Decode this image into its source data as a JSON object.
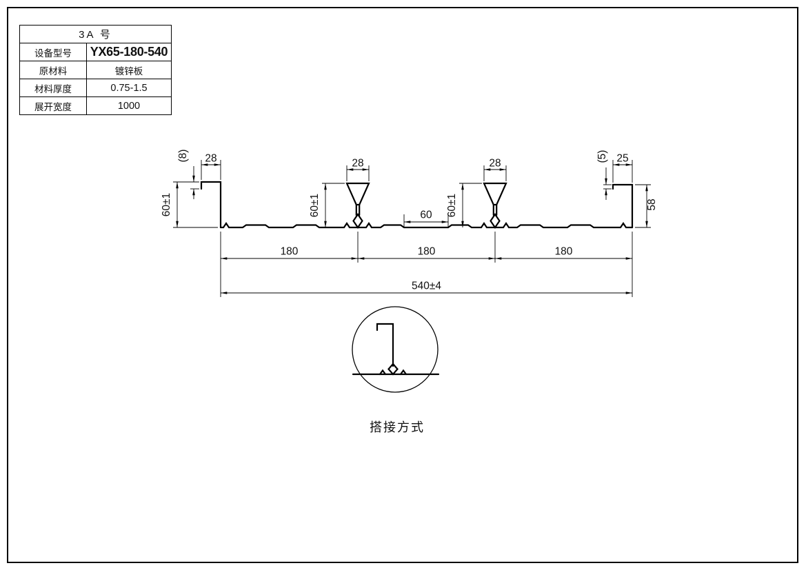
{
  "title_block": {
    "header": "3A  号",
    "rows": [
      {
        "label": "设备型号",
        "value": "YX65-180-540"
      },
      {
        "label": "原材料",
        "value": "镀锌板"
      },
      {
        "label": "材料厚度",
        "value": "0.75-1.5"
      },
      {
        "label": "展开宽度",
        "value": "1000"
      }
    ]
  },
  "profile_dims": {
    "left_lip": "(8)",
    "left_top": "28",
    "left_height": "60±1",
    "rib1_top": "28",
    "rib1_height": "60±1",
    "mid_flat": "60",
    "rib2_top": "28",
    "rib2_height": "60±1",
    "right_lip": "(5)",
    "right_top": "25",
    "right_height": "58",
    "pitch1": "180",
    "pitch2": "180",
    "pitch3": "180",
    "overall_width": "540±4"
  },
  "detail": {
    "caption": "搭接方式"
  },
  "colors": {
    "line": "#000000",
    "background": "#ffffff"
  }
}
